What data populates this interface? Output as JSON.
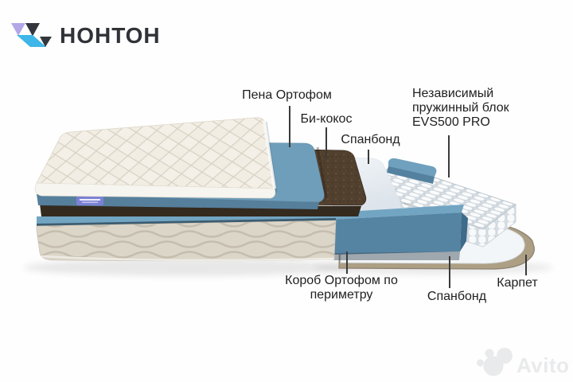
{
  "brand": {
    "name": "НОНТОН"
  },
  "logo_colors": {
    "lavender": "#b4a7e8",
    "dark": "#33373d",
    "cyan": "#3fb6e8"
  },
  "labels": {
    "pena": "Пена Ортофом",
    "bikokos": "Би-кокос",
    "spanbond_top": "Спанбонд",
    "spring_block": "Независимый\nпружинный блок\nEVS500 PRO",
    "korob": "Короб Ортофом по периметру",
    "spanbond_bottom": "Спанбонд",
    "karpet": "Карпет"
  },
  "watermark": {
    "brand": "Avito"
  },
  "colors": {
    "foam_top": "#6f9eba",
    "foam_front": "#567f9c",
    "coconut_base": "#52402e",
    "coconut_front": "#342a1e",
    "box_top": "#72a5c2",
    "box_front": "#5584a3",
    "box_end": "#3e6a8b",
    "rail_top": "#6fa0bd",
    "rail_front": "#54819f",
    "carpet": "#ad9f84",
    "bottom_sheet": "#f3f6f8",
    "quilt_fabric": "#f1ede3",
    "side_fabric": "#dcd6c9",
    "tag": "#7d81d6",
    "label_text": "#1f1f1f",
    "leader_line": "#3a3a3a",
    "brand_text": "#2f3338",
    "watermark_gray": "#e9eaeb"
  }
}
